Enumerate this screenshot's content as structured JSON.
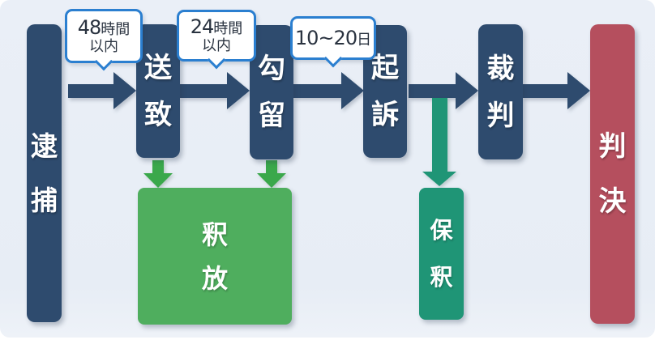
{
  "diagram": {
    "description_labels": {
      "stage_flow_direction": "left-to-right"
    },
    "colors": {
      "background": "#e8edf5",
      "stage_bar_navy": "#2e4b6e",
      "verdict_bar_red": "#b54f5e",
      "release_box_green": "#4fae5e",
      "bail_box_teal": "#1f9576",
      "short_arrow_green": "#3aa84b",
      "callout_border_blue": "#2b7fd0",
      "callout_text": "#2a3340"
    },
    "stages": [
      {
        "label": "逮捕",
        "chars": [
          "逮",
          "捕"
        ]
      },
      {
        "label": "送致",
        "chars": [
          "送",
          "致"
        ]
      },
      {
        "label": "勾留",
        "chars": [
          "勾",
          "留"
        ]
      },
      {
        "label": "起訴",
        "chars": [
          "起",
          "訴"
        ]
      },
      {
        "label": "裁判",
        "chars": [
          "裁",
          "判"
        ]
      },
      {
        "label": "判決",
        "chars": [
          "判",
          "決"
        ]
      }
    ],
    "outcomes": [
      {
        "label": "釈放",
        "chars": [
          "釈",
          "放"
        ]
      },
      {
        "label": "保釈",
        "chars": [
          "保",
          "釈"
        ]
      }
    ],
    "callouts": [
      {
        "num": "48",
        "unit": "時間",
        "line2": "以内"
      },
      {
        "num": "24",
        "unit": "時間",
        "line2": "以内"
      },
      {
        "num": "10~20",
        "unit": "日"
      }
    ]
  }
}
